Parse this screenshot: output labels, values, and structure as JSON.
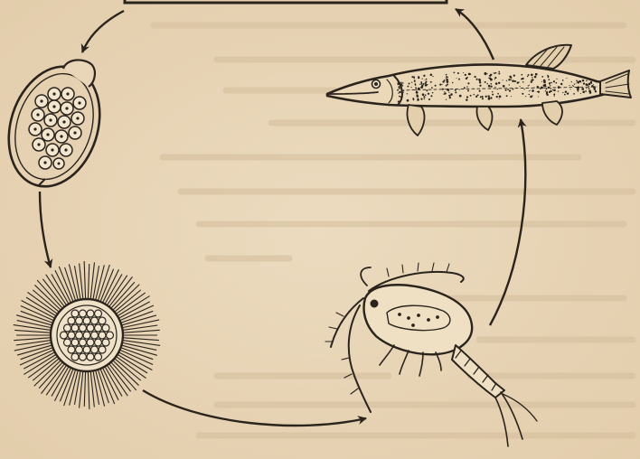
{
  "figure": {
    "background": "#e9d6b8",
    "ink": "#2a241d",
    "show_through_ink": "#c9b494"
  },
  "stages": [
    {
      "id": "egg",
      "icon": "parasite-egg-icon"
    },
    {
      "id": "coracidium",
      "icon": "ciliated-larva-icon"
    },
    {
      "id": "copepod",
      "icon": "copepod-host-icon"
    },
    {
      "id": "fish",
      "icon": "pike-fish-host-icon"
    }
  ],
  "arrows": [
    {
      "from": "host-box",
      "to": "egg"
    },
    {
      "from": "egg",
      "to": "coracidium"
    },
    {
      "from": "coracidium",
      "to": "copepod"
    },
    {
      "from": "copepod",
      "to": "fish"
    },
    {
      "from": "fish",
      "to": "host-box"
    }
  ]
}
